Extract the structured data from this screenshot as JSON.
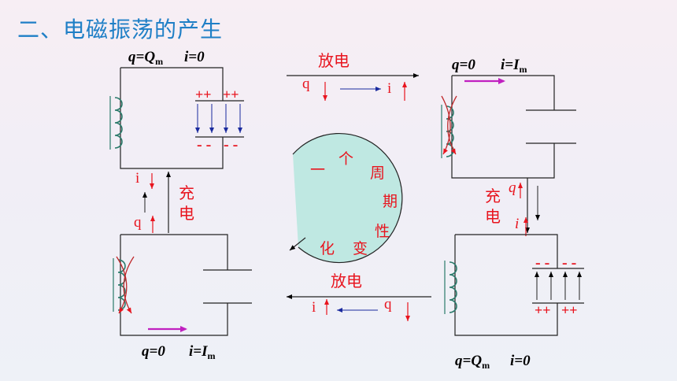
{
  "title": "二、电磁振荡的产生",
  "states": {
    "top_left": {
      "q": "q=Q",
      "q_sub": "m",
      "i": "i=0"
    },
    "top_right": {
      "q": "q=0",
      "i": "i=I",
      "i_sub": "m"
    },
    "bottom_left": {
      "q": "q=0",
      "i": "i=I",
      "i_sub": "m"
    },
    "bottom_right": {
      "q": "q=Q",
      "q_sub": "m",
      "i": "i=0"
    }
  },
  "transitions": {
    "top": "放电",
    "bottom": "放电",
    "left_chars": [
      "充",
      "电"
    ],
    "right_chars": [
      "充",
      "电"
    ]
  },
  "vars": {
    "q": "q",
    "i": "i"
  },
  "charges": {
    "plus_group": "++",
    "minus_group": "- -"
  },
  "center": {
    "chars": [
      "一",
      "个",
      "周",
      "期",
      "性",
      "变",
      "化"
    ]
  },
  "colors": {
    "title": "#1f7fc6",
    "red": "#e8141e",
    "field": "#1a2a9e",
    "current_arrow": "#c020c0",
    "circle": "#bfe8e2"
  }
}
